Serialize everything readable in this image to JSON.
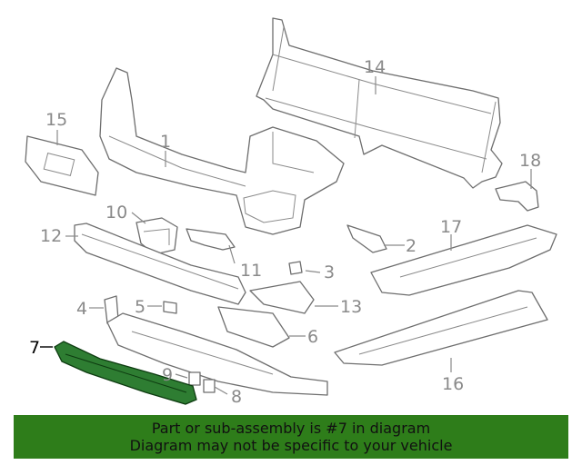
{
  "diagram": {
    "callouts": {
      "c1": "1",
      "c2": "2",
      "c3": "3",
      "c4": "4",
      "c5": "5",
      "c6": "6",
      "c7": "7",
      "c8": "8",
      "c9": "9",
      "c10": "10",
      "c11": "11",
      "c12": "12",
      "c13": "13",
      "c14": "14",
      "c15": "15",
      "c16": "16",
      "c17": "17",
      "c18": "18"
    },
    "highlighted_part": "7",
    "highlight_color": "#2e7d32",
    "line_color": "#6e6e6e"
  },
  "banner": {
    "line1": "Part or sub-assembly is #7 in diagram",
    "line2": "Diagram may not be specific to your vehicle",
    "background": "#2e7d1a"
  }
}
